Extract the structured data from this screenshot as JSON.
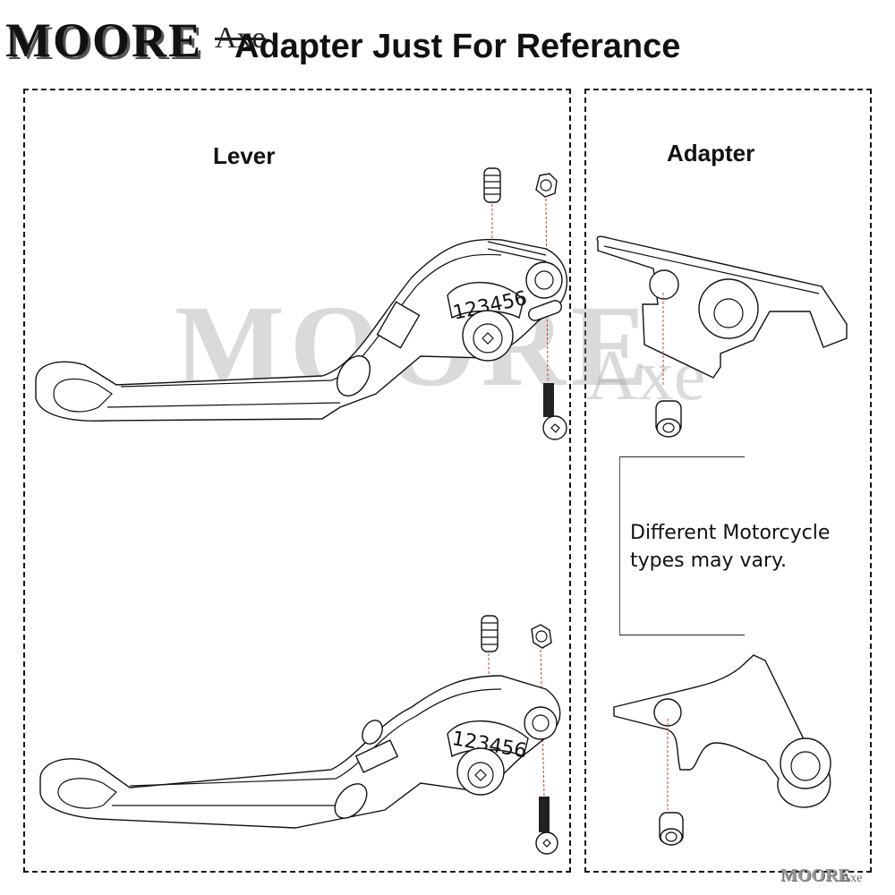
{
  "header": {
    "logo_text": "MOORE",
    "logo_suffix": "Axe",
    "title": "Adapter Just For Referance"
  },
  "panels": {
    "lever": {
      "label": "Lever"
    },
    "adapter": {
      "label": "Adapter"
    }
  },
  "levers": [
    {
      "id": "lever-top",
      "adjuster_numbers": "123456"
    },
    {
      "id": "lever-bottom",
      "adjuster_numbers": "123456"
    }
  ],
  "note": {
    "line1": "Different Motorcycle",
    "line2": "types may vary."
  },
  "watermark": {
    "text": "MOORE",
    "suffix": "Axe"
  },
  "footer": {
    "logo_text": "MOORE",
    "logo_suffix": "Axe"
  },
  "colors": {
    "line": "#111111",
    "guide_line": "#b4483c",
    "watermark": "#969696"
  }
}
